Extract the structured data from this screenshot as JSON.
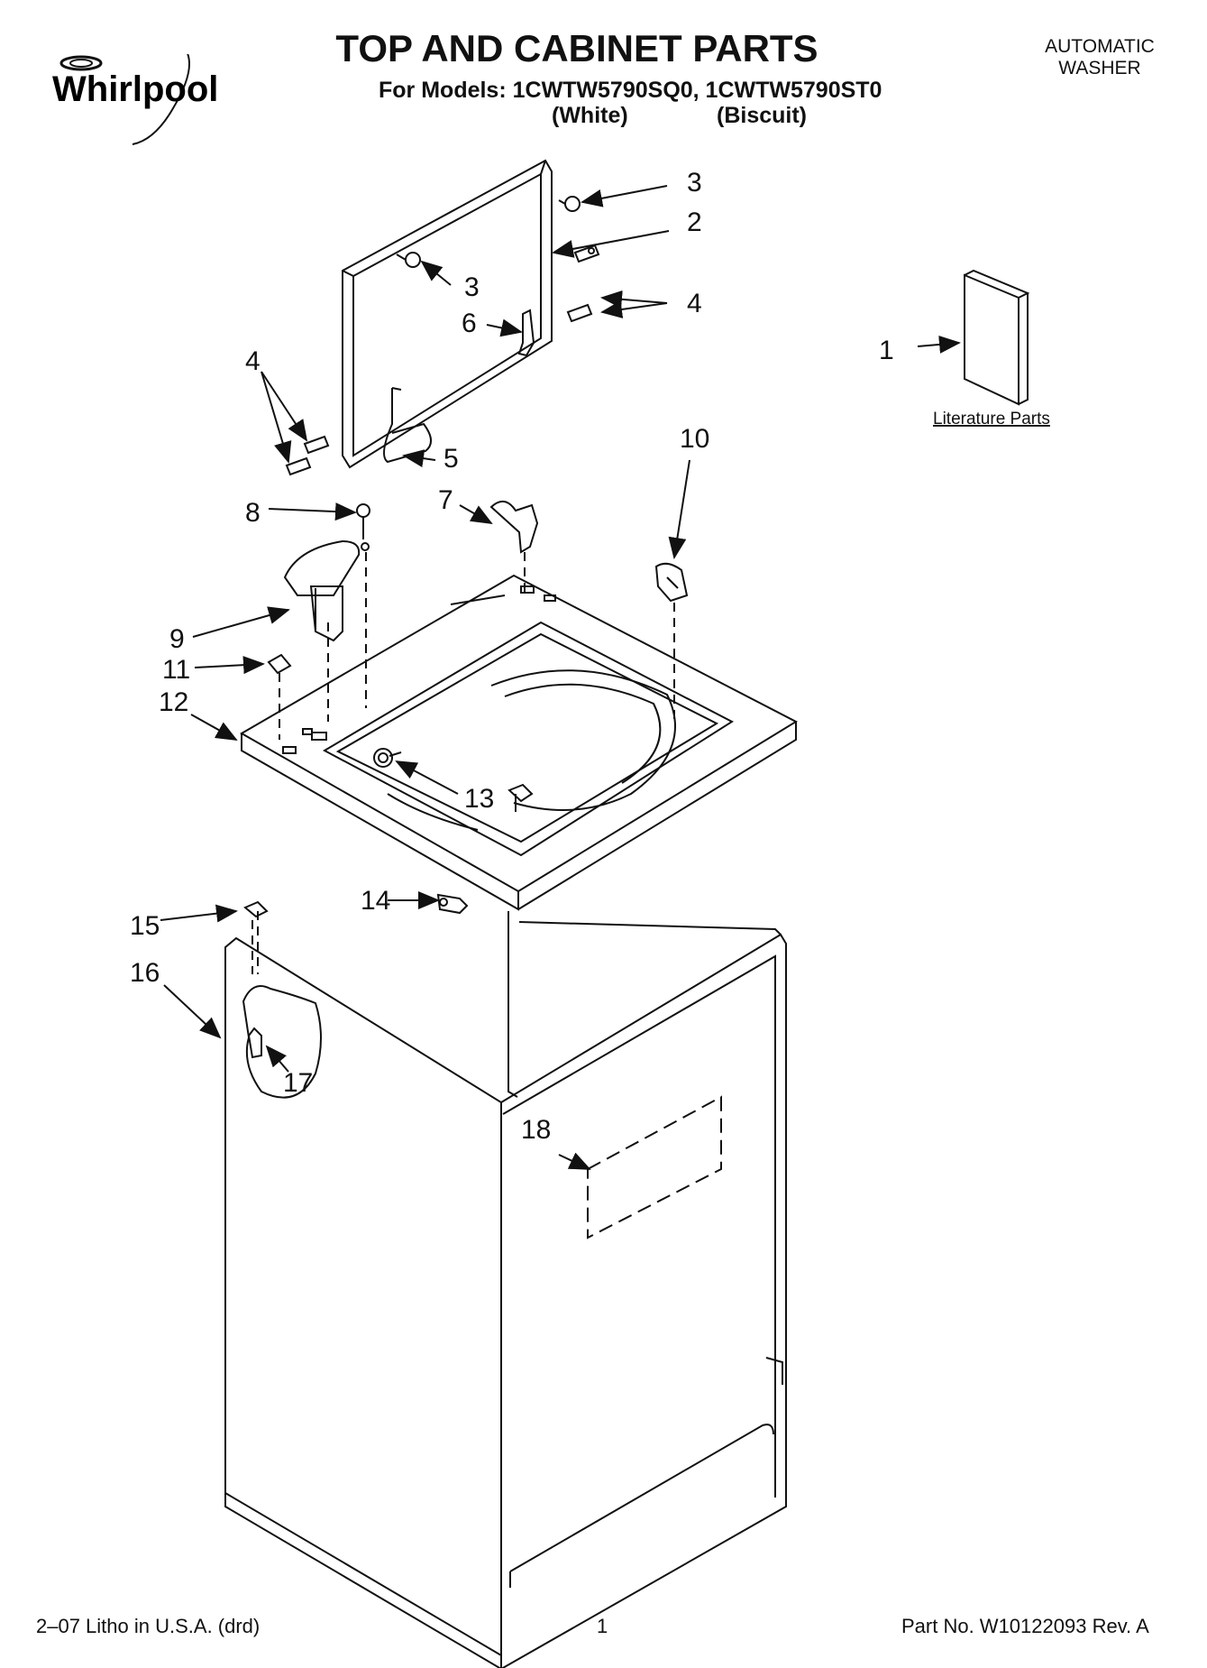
{
  "header": {
    "brand": "Whirlpool",
    "title": "TOP AND CABINET PARTS",
    "models_line": "For Models: 1CWTW5790SQ0, 1CWTW5790ST0",
    "variant_1": "(White)",
    "variant_2": "(Biscuit)",
    "product_type_1": "AUTOMATIC",
    "product_type_2": "WASHER"
  },
  "callouts": [
    "1",
    "2",
    "3",
    "3",
    "4",
    "4",
    "5",
    "6",
    "7",
    "8",
    "9",
    "10",
    "11",
    "12",
    "13",
    "14",
    "15",
    "16",
    "17",
    "18"
  ],
  "literature_label": "Literature Parts",
  "footer": {
    "left": "2–07 Litho in U.S.A. (drd)",
    "center": "1",
    "right": "Part No. W10122093 Rev. A"
  }
}
